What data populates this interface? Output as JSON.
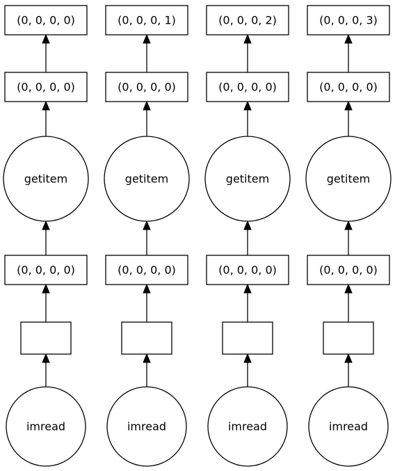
{
  "columns": [
    {
      "top_key": "(0, 0, 0, 0)",
      "second_key": "(0, 0, 0, 0)",
      "task": "getitem",
      "input_key": "(0, 0, 0, 0)",
      "empty_box": "",
      "source_task": "imread"
    },
    {
      "top_key": "(0, 0, 0, 1)",
      "second_key": "(0, 0, 0, 0)",
      "task": "getitem",
      "input_key": "(0, 0, 0, 0)",
      "empty_box": "",
      "source_task": "imread"
    },
    {
      "top_key": "(0, 0, 0, 2)",
      "second_key": "(0, 0, 0, 0)",
      "task": "getitem",
      "input_key": "(0, 0, 0, 0)",
      "empty_box": "",
      "source_task": "imread"
    },
    {
      "top_key": "(0, 0, 0, 3)",
      "second_key": "(0, 0, 0, 0)",
      "task": "getitem",
      "input_key": "(0, 0, 0, 0)",
      "empty_box": "",
      "source_task": "imread"
    }
  ]
}
